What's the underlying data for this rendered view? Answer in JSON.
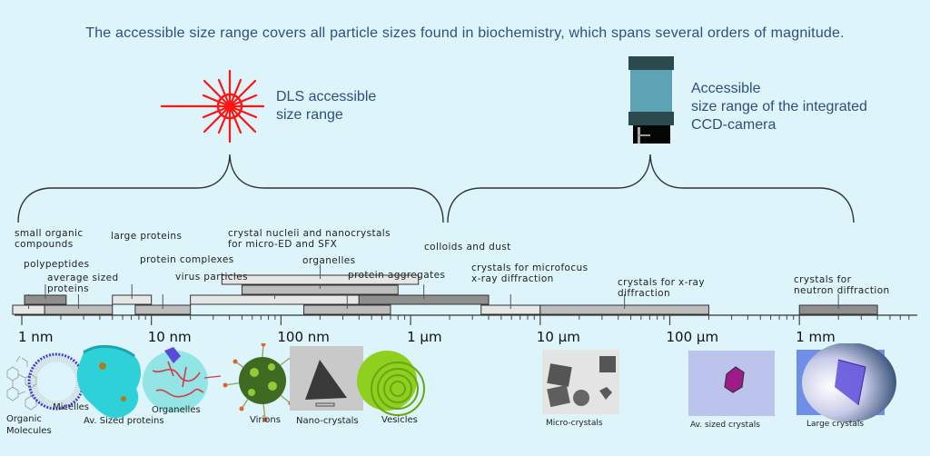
{
  "headline": "The accessible size range covers all particle sizes found in biochemistry, which spans several orders of magnitude.",
  "dls": {
    "icon": "laser-starburst-icon",
    "label_line1": "DLS accessible",
    "label_line2": "size range",
    "range_nm": [
      0.5,
      1800
    ]
  },
  "ccd": {
    "icon": "ccd-camera-icon",
    "label_line1": "Accessible",
    "label_line2": "size range of the integrated",
    "label_line3": "CCD-camera",
    "range_nm": [
      1800,
      3000000
    ]
  },
  "colors": {
    "background": "#dcf4fa",
    "text_blue": "#2f4f7f",
    "laser_red": "#ff1010",
    "camera_dark": "#2b4a4d",
    "camera_light": "#5ea2b6",
    "bar_light": "#e6e6e6",
    "bar_mid": "#bdbdbd",
    "bar_dark": "#8f8f8f"
  },
  "chart_data": {
    "type": "range-bar",
    "scale": "log10",
    "unit": "nm",
    "xlim_nm": [
      0.7,
      7000000
    ],
    "ticks": [
      {
        "value_nm": 1,
        "label": "1 nm"
      },
      {
        "value_nm": 10,
        "label": "10 nm"
      },
      {
        "value_nm": 100,
        "label": "100 nm"
      },
      {
        "value_nm": 1000,
        "label": "1 µm"
      },
      {
        "value_nm": 10000,
        "label": "10 µm"
      },
      {
        "value_nm": 100000,
        "label": "100 µm"
      },
      {
        "value_nm": 1000000,
        "label": "1 mm"
      }
    ],
    "ranges": [
      {
        "label": "small organic compounds",
        "from_nm": 0.85,
        "to_nm": 1.5,
        "row": 0,
        "shade": "light"
      },
      {
        "label": "average sized proteins",
        "from_nm": 1.5,
        "to_nm": 5,
        "row": 0,
        "shade": "mid"
      },
      {
        "label": "polypeptides",
        "from_nm": 1.05,
        "to_nm": 2.2,
        "row": 1,
        "shade": "dark"
      },
      {
        "label": "large proteins",
        "from_nm": 5,
        "to_nm": 10,
        "row": 1,
        "shade": "light"
      },
      {
        "label": "protein complexes",
        "from_nm": 7.5,
        "to_nm": 20,
        "row": 0,
        "shade": "mid"
      },
      {
        "label": "virus particles",
        "from_nm": 20,
        "to_nm": 400,
        "row": 1,
        "shade": "light"
      },
      {
        "label": "crystal nucleii and nanocrystals for micro-ED and SFX",
        "from_nm": 150,
        "to_nm": 700,
        "row": 0,
        "shade": "mid"
      },
      {
        "label": "organelles",
        "from_nm": 50,
        "to_nm": 800,
        "row": 2,
        "shade": "mid"
      },
      {
        "label": "protein aggregates",
        "from_nm": 35,
        "to_nm": 1150,
        "row": 3,
        "shade": "light"
      },
      {
        "label": "colloids and dust",
        "from_nm": 400,
        "to_nm": 4000,
        "row": 1,
        "shade": "dark"
      },
      {
        "label": "crystals for microfocus x-ray diffraction",
        "from_nm": 3500,
        "to_nm": 10000,
        "row": 0,
        "shade": "light"
      },
      {
        "label": "crystals for x-ray diffraction",
        "from_nm": 10000,
        "to_nm": 200000,
        "row": 0,
        "shade": "mid"
      },
      {
        "label": "crystals for neutron diffraction",
        "from_nm": 1000000,
        "to_nm": 4000000,
        "row": 0,
        "shade": "dark"
      }
    ]
  },
  "examples": [
    {
      "caption_line1": "Organic",
      "caption_line2": "Molecules",
      "icon": "organic-molecules-icon"
    },
    {
      "caption_line1": "Micelles",
      "icon": "micelle-icon"
    },
    {
      "caption_line1": "Av. Sized proteins",
      "icon": "protein-icon"
    },
    {
      "caption_line1": "Organelles",
      "icon": "organelle-icon"
    },
    {
      "caption_line1": "Virions",
      "icon": "virion-icon"
    },
    {
      "caption_line1": "Nano-crystals",
      "icon": "nanocrystal-image"
    },
    {
      "caption_line1": "Vesicles",
      "icon": "vesicle-icon"
    },
    {
      "caption_line1": "Micro-crystals",
      "icon": "microcrystals-image"
    },
    {
      "caption_line1": "Av. sized crystals",
      "icon": "crystal-image"
    },
    {
      "caption_line1": "Large crystals",
      "icon": "large-crystal-image"
    }
  ]
}
